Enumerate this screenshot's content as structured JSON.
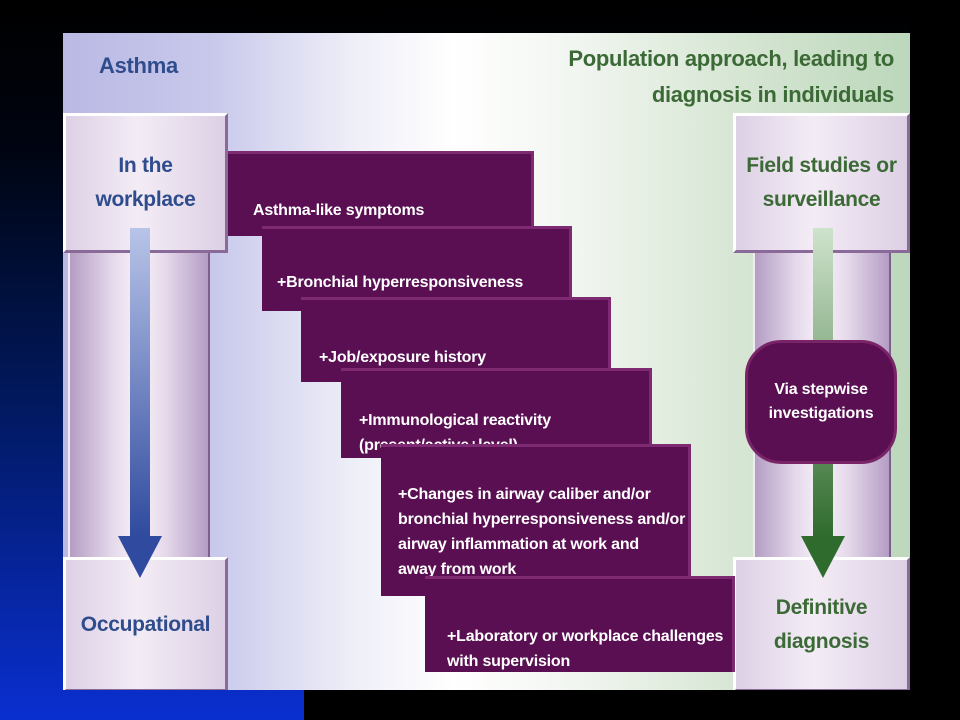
{
  "header": {
    "left_title": "Asthma",
    "right_title_line1": "Population approach, leading to",
    "right_title_line2": "diagnosis in individuals"
  },
  "left_column": {
    "top_line1": "In the",
    "top_line2": "workplace",
    "bottom": "Occupational",
    "arrow_color": "#3a52a0"
  },
  "right_column": {
    "top_line1": "Field studies or",
    "top_line2": "surveillance",
    "bottom_line1": "Definitive",
    "bottom_line2": "diagnosis",
    "arrow_color": "#3f7a3c",
    "oval_line1": "Via stepwise",
    "oval_line2": "investigations"
  },
  "steps": [
    "Asthma-like symptoms",
    "+Bronchial hyperresponsiveness",
    "+Job/exposure history",
    "+Immunological reactivity\n  (present/active+level)",
    "+Changes in airway caliber and/or\n  bronchial hyperresponsiveness and/or\n  airway inflammation at work and\n  away from work",
    "+Laboratory or workplace challenges\n  with supervision"
  ],
  "colors": {
    "step_fill": "#5a0f52",
    "left_text": "#2f4c8c",
    "right_text": "#3c6a36"
  }
}
